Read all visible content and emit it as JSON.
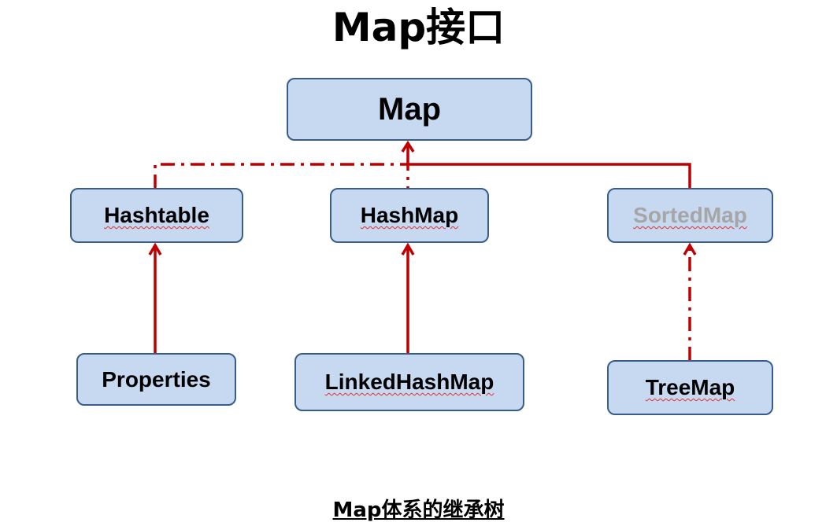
{
  "title": "Map接口",
  "caption": "Map体系的继承树",
  "colors": {
    "node_fill": "#c6d9f1",
    "node_border": "#385d8a",
    "edge": "#c00000",
    "dimmed_text": "#a6a6a6"
  },
  "nodes": {
    "map": "Map",
    "hashtable": "Hashtable",
    "hashmap": "HashMap",
    "sortedmap": "SortedMap",
    "properties": "Properties",
    "linkedhashmap": "LinkedHashMap",
    "treemap": "TreeMap"
  },
  "edges": [
    {
      "from": "hashtable",
      "to": "map",
      "style": "dash-dot"
    },
    {
      "from": "hashmap",
      "to": "map",
      "style": "dash-dot"
    },
    {
      "from": "sortedmap",
      "to": "map",
      "style": "solid"
    },
    {
      "from": "properties",
      "to": "hashtable",
      "style": "solid"
    },
    {
      "from": "linkedhashmap",
      "to": "hashmap",
      "style": "solid"
    },
    {
      "from": "treemap",
      "to": "sortedmap",
      "style": "dash-dot"
    }
  ]
}
